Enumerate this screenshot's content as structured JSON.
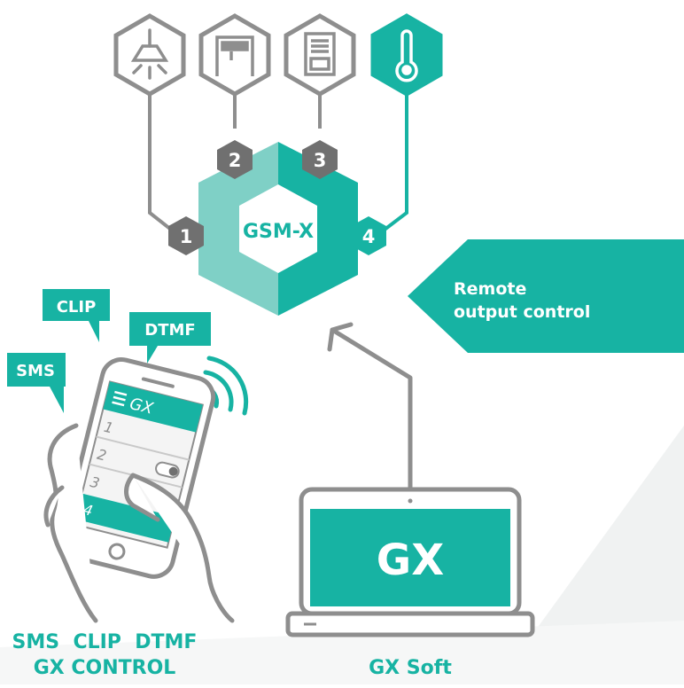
{
  "colors": {
    "teal": "#17b3a3",
    "teal_light": "#7fd0c6",
    "grey": "#9a9a9a",
    "dark_grey": "#707070",
    "text": "#ffffff"
  },
  "devices": [
    {
      "icon": "ceiling-lamp-icon"
    },
    {
      "icon": "gate-icon"
    },
    {
      "icon": "roller-shutter-icon"
    },
    {
      "icon": "thermometer-icon"
    }
  ],
  "hub": {
    "label": "GSM-X"
  },
  "outputs": [
    "1",
    "2",
    "3",
    "4"
  ],
  "remote_banner": {
    "line1": "Remote",
    "line2": "output control"
  },
  "bubbles": {
    "sms": "SMS",
    "clip": "CLIP",
    "dtmf": "DTMF"
  },
  "phone": {
    "title": "GX",
    "rows": [
      "1",
      "2",
      "3",
      "4"
    ]
  },
  "laptop": {
    "screen_label": "GX"
  },
  "captions": {
    "phone_line1": "SMS  CLIP  DTMF",
    "phone_line2": "GX CONTROL",
    "laptop": "GX Soft"
  }
}
